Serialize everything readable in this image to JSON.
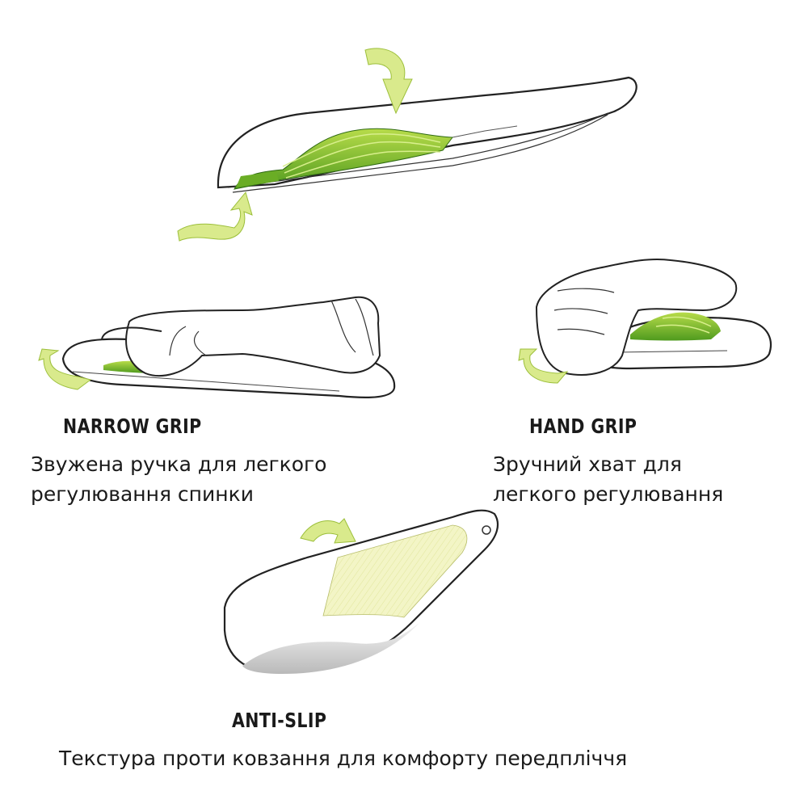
{
  "features": [
    {
      "id": "narrow-grip",
      "title": "NARROW GRIP",
      "description_lines": [
        "Звужена ручка для легкого",
        "регулювання спинки"
      ]
    },
    {
      "id": "hand-grip",
      "title": "HAND GRIP",
      "description_lines": [
        "Зручний хват для",
        "легкого регулювання"
      ]
    },
    {
      "id": "anti-slip",
      "title": "ANTI-SLIP",
      "description_lines": [
        "Текстура проти ковзання для комфорту передпліччя"
      ]
    }
  ],
  "colors": {
    "accent_green": "#7ab82e",
    "light_green": "#d4e88a",
    "texture_yellow": "#f2f4c4",
    "outline": "#222222"
  }
}
